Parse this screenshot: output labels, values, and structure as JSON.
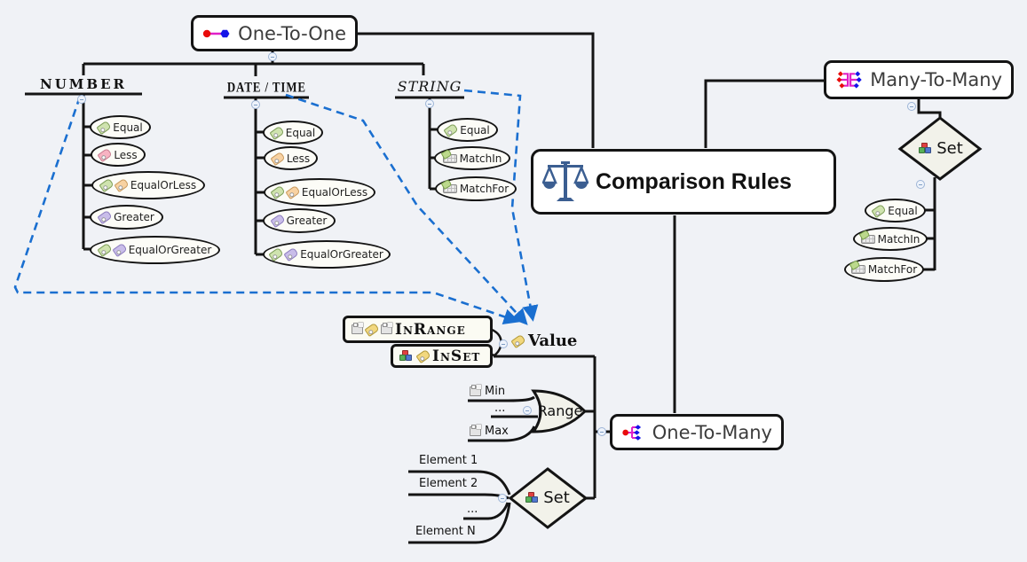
{
  "colors": {
    "background": "#f0f2f6",
    "dashed_link": "#1a6fd0",
    "node_border": "#141414",
    "scales_icon": "#3b5e91",
    "link_red": "#e80b0b",
    "link_blue": "#1414e8",
    "link_magenta": "#e020c8"
  },
  "one_to_one": {
    "label": "One-To-One",
    "icon": "one-to-one-link-icon"
  },
  "root": {
    "label": "Comparison Rules",
    "icon": "scales-icon"
  },
  "many_to_many": {
    "label": "Many-To-Many",
    "icon": "many-to-many-link-icon"
  },
  "one_to_many": {
    "label": "One-To-Many",
    "icon": "one-to-many-link-icon"
  },
  "number": {
    "header": "NUMBER",
    "items": [
      {
        "label": "Equal",
        "icons": [
          "tag-green-icon"
        ]
      },
      {
        "label": "Less",
        "icons": [
          "tag-pink-icon"
        ]
      },
      {
        "label": "EqualOrLess",
        "icons": [
          "tag-green-icon",
          "tag-orange-icon"
        ]
      },
      {
        "label": "Greater",
        "icons": [
          "tag-purple-icon"
        ]
      },
      {
        "label": "EqualOrGreater",
        "icons": [
          "tag-green-icon",
          "tag-purple-icon"
        ]
      }
    ]
  },
  "datetime": {
    "header": "DATE / TIME",
    "items": [
      {
        "label": "Equal",
        "icons": [
          "tag-green-icon"
        ]
      },
      {
        "label": "Less",
        "icons": [
          "tag-orange-icon"
        ]
      },
      {
        "label": "EqualOrLess",
        "icons": [
          "tag-green-icon",
          "tag-orange-icon"
        ]
      },
      {
        "label": "Greater",
        "icons": [
          "tag-purple-icon"
        ]
      },
      {
        "label": "EqualOrGreater",
        "icons": [
          "tag-green-icon",
          "tag-purple-icon"
        ]
      }
    ]
  },
  "string": {
    "header": "STRING",
    "items": [
      {
        "label": "Equal",
        "icons": [
          "tag-green-icon"
        ]
      },
      {
        "label": "MatchIn",
        "icons": [
          "keyboard-icon"
        ]
      },
      {
        "label": "MatchFor",
        "icons": [
          "keyboard-icon"
        ]
      }
    ]
  },
  "set_branch": {
    "label": "Set",
    "icon": "cubes-icon",
    "items": [
      {
        "label": "Equal",
        "icons": [
          "tag-green-icon"
        ]
      },
      {
        "label": "MatchIn",
        "icons": [
          "keyboard-icon"
        ]
      },
      {
        "label": "MatchFor",
        "icons": [
          "keyboard-icon"
        ]
      }
    ]
  },
  "value_node": {
    "label": "Value",
    "icon": "tag-yellow-icon"
  },
  "inrange": {
    "label": "InRange",
    "icons": [
      "brick-icon",
      "tag-yellow-icon",
      "brick-icon"
    ]
  },
  "inset": {
    "label": "InSet",
    "icons": [
      "cubes-icon",
      "tag-yellow-icon"
    ]
  },
  "range_node": {
    "label": "Range",
    "inputs": [
      {
        "label": "Min",
        "icon": "brick-icon"
      },
      {
        "label": "..."
      },
      {
        "label": "Max",
        "icon": "brick-icon"
      }
    ]
  },
  "set_node": {
    "label": "Set",
    "icon": "cubes-icon",
    "inputs": [
      {
        "label": "Element 1"
      },
      {
        "label": "Element 2"
      },
      {
        "label": "..."
      },
      {
        "label": "Element N"
      }
    ]
  }
}
